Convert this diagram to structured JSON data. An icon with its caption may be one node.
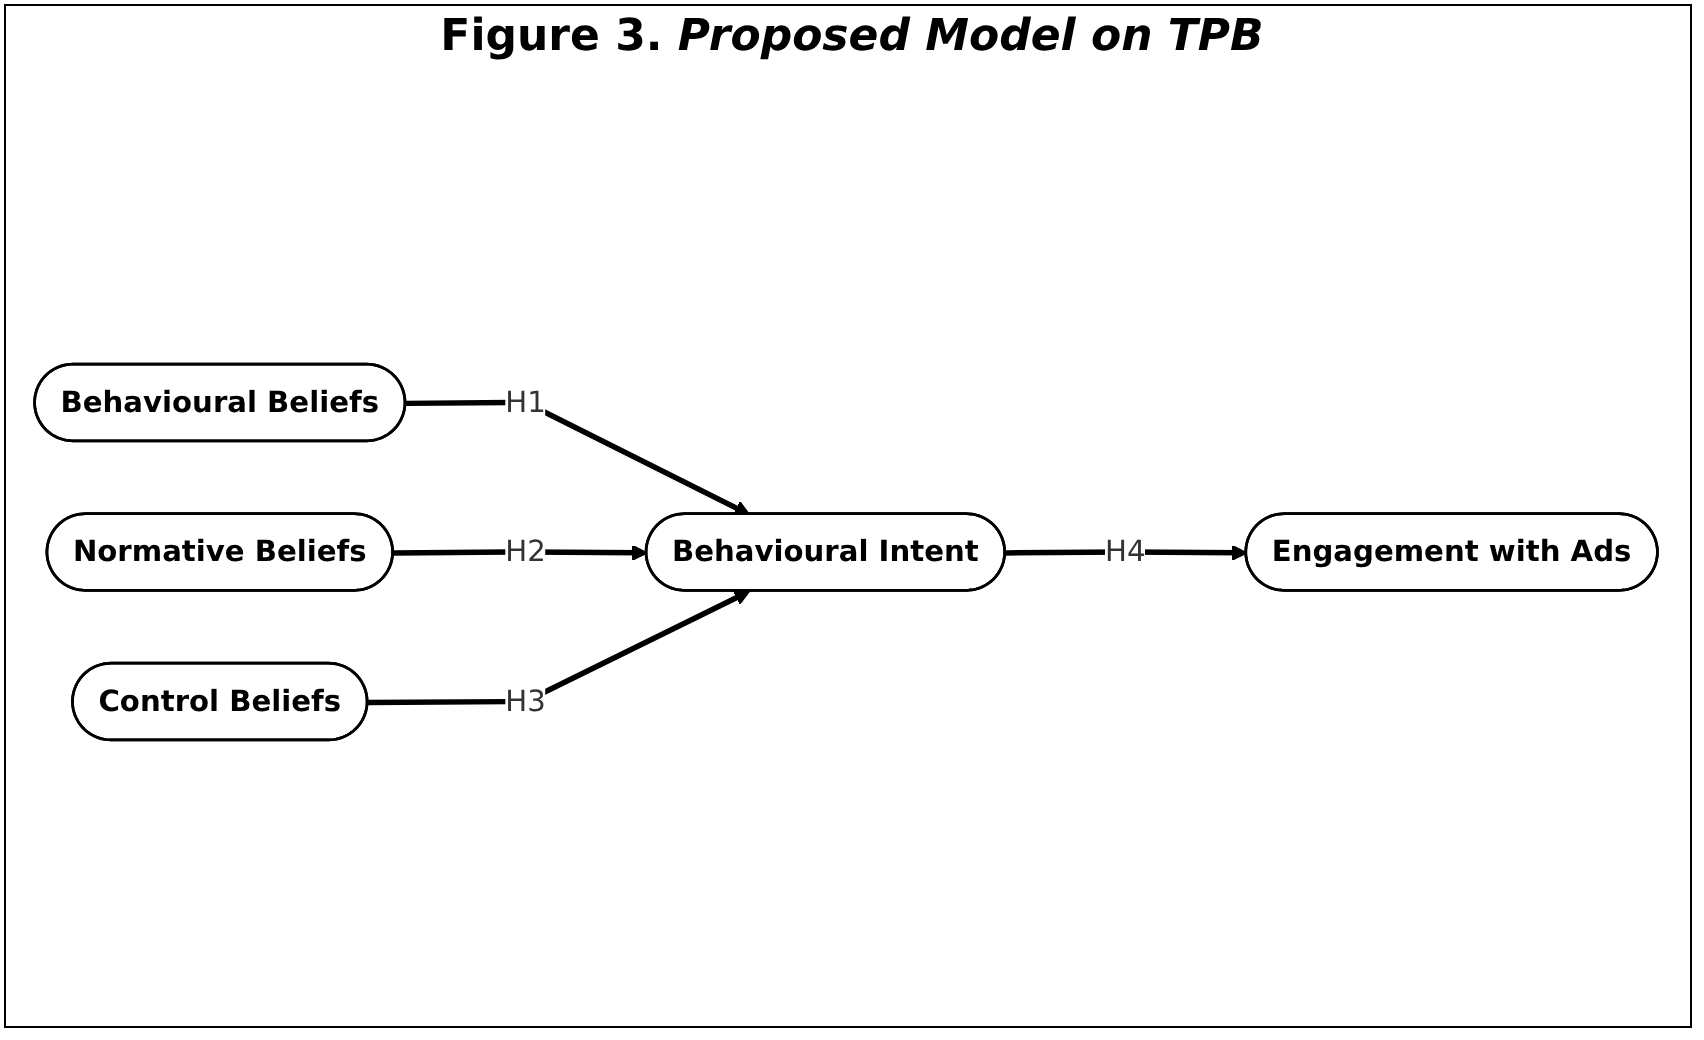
{
  "diagram": {
    "title": "Figure 3. *Proposed Model on TPB*",
    "nodes": [
      {
        "text": [
          "Behavioural Beliefs"
        ]
      },
      {
        "text": [
          "Normative Beliefs"
        ]
      },
      {
        "text": [
          "Control Beliefs"
        ]
      },
      {
        "text": [
          "Behavioural Intent"
        ]
      },
      {
        "text": [
          "Engagement with Ads"
        ]
      }
    ],
    "edges": [
      {
        "from": 0,
        "to": 3,
        "arrow": "to",
        "label": "H1"
      },
      {
        "from": 1,
        "to": 3,
        "arrow": "to",
        "label": "H2"
      },
      {
        "from": 2,
        "to": 3,
        "arrow": "to",
        "label": "H3"
      },
      {
        "from": 3,
        "to": 4,
        "arrow": "to",
        "label": "H4"
      }
    ]
  }
}
